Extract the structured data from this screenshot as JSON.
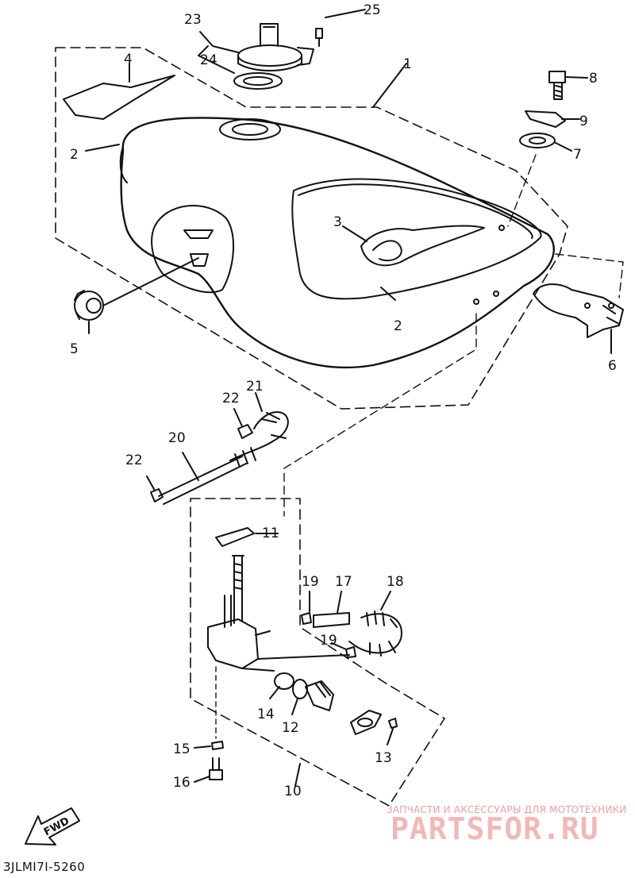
{
  "diagram_code": "3JLMI7I-5260",
  "fwd_label": "FWD",
  "watermark": {
    "line1": "ЗАПЧАСТИ И АКСЕССУАРЫ ДЛЯ МОТОТЕХНИКИ",
    "line2": "PARTSFOR.RU"
  },
  "callouts": {
    "c1": "1",
    "c2a": "2",
    "c2b": "2",
    "c3": "3",
    "c4": "4",
    "c5": "5",
    "c6": "6",
    "c7": "7",
    "c8": "8",
    "c9": "9",
    "c10": "10",
    "c11": "11",
    "c12": "12",
    "c13": "13",
    "c14": "14",
    "c15": "15",
    "c16": "16",
    "c17": "17",
    "c18": "18",
    "c19a": "19",
    "c19b": "19",
    "c20": "20",
    "c21": "21",
    "c22a": "22",
    "c22b": "22",
    "c23": "23",
    "c24": "24",
    "c25": "25"
  },
  "colors": {
    "line": "#111111",
    "watermark": "#f2b8b8"
  }
}
